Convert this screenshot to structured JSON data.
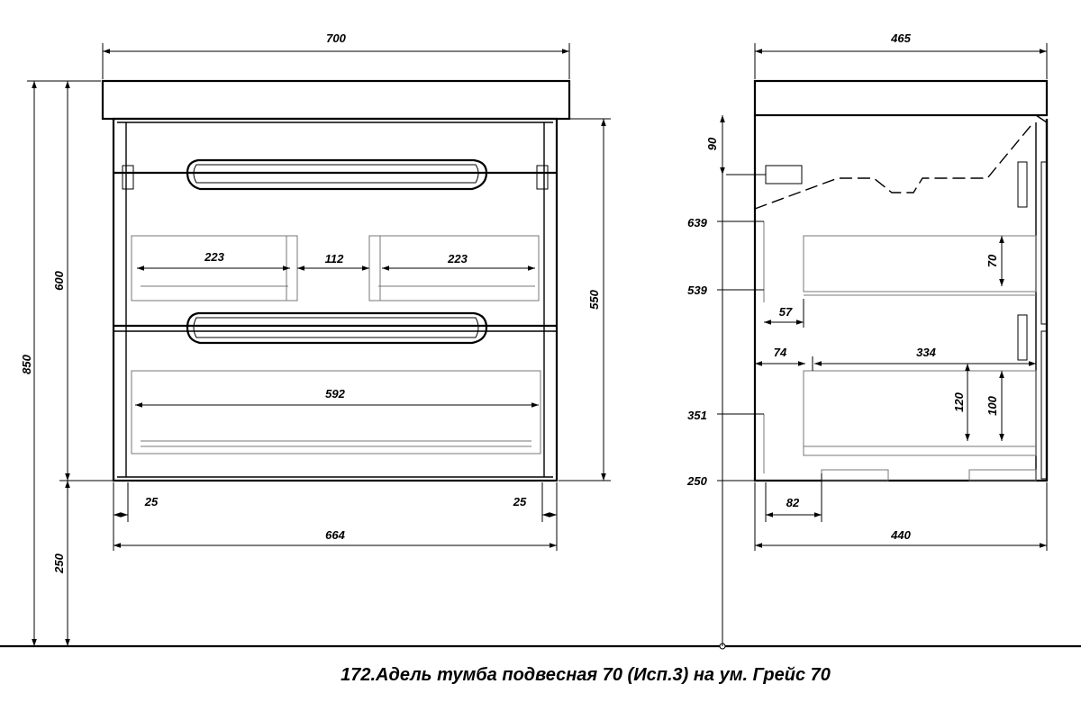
{
  "caption": "172.Адель тумба подвесная 70 (Исп.3) на ум. Грейс 70",
  "front_view": {
    "width_top": "700",
    "height_total": "850",
    "height_body": "600",
    "height_inner": "550",
    "mount_height": "250",
    "width_body": "664",
    "side_left": "25",
    "side_right": "25",
    "drawer_top_left": "223",
    "drawer_top_gap": "112",
    "drawer_top_right": "223",
    "drawer_bottom_width": "592"
  },
  "side_view": {
    "depth_top": "465",
    "depth_body": "440",
    "top_offset": "90",
    "level_639": "639",
    "level_539": "539",
    "level_351": "351",
    "level_250": "250",
    "drawer_top_height": "70",
    "drawer_offset_57": "57",
    "drawer_offset_74": "74",
    "drawer_depth": "334",
    "drawer_bottom_120": "120",
    "drawer_bottom_100": "100",
    "foot_82": "82"
  }
}
